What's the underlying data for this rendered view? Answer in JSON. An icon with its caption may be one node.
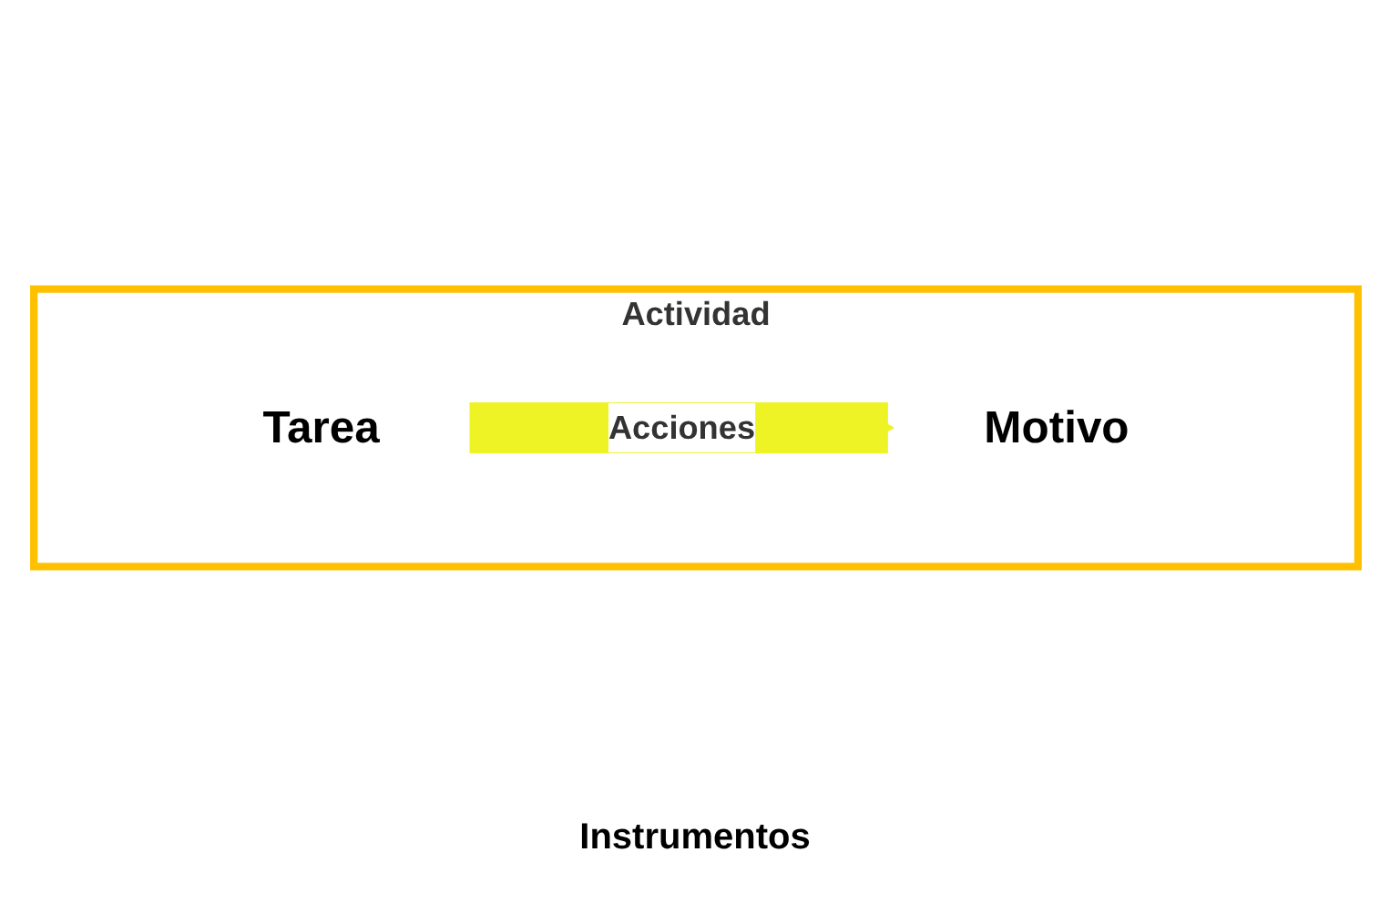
{
  "diagram": {
    "nodes": [
      {
        "text": [
          "Actividad"
        ]
      },
      {
        "text": [
          "Tarea"
        ],
        "in": 0
      },
      {
        "text": [
          "Motivo"
        ],
        "in": 0
      }
    ],
    "edges": [
      {
        "from": 1,
        "to": 2,
        "arrow": "to",
        "label": "Acciones"
      }
    ],
    "labels": [
      "Instrumentos"
    ]
  }
}
